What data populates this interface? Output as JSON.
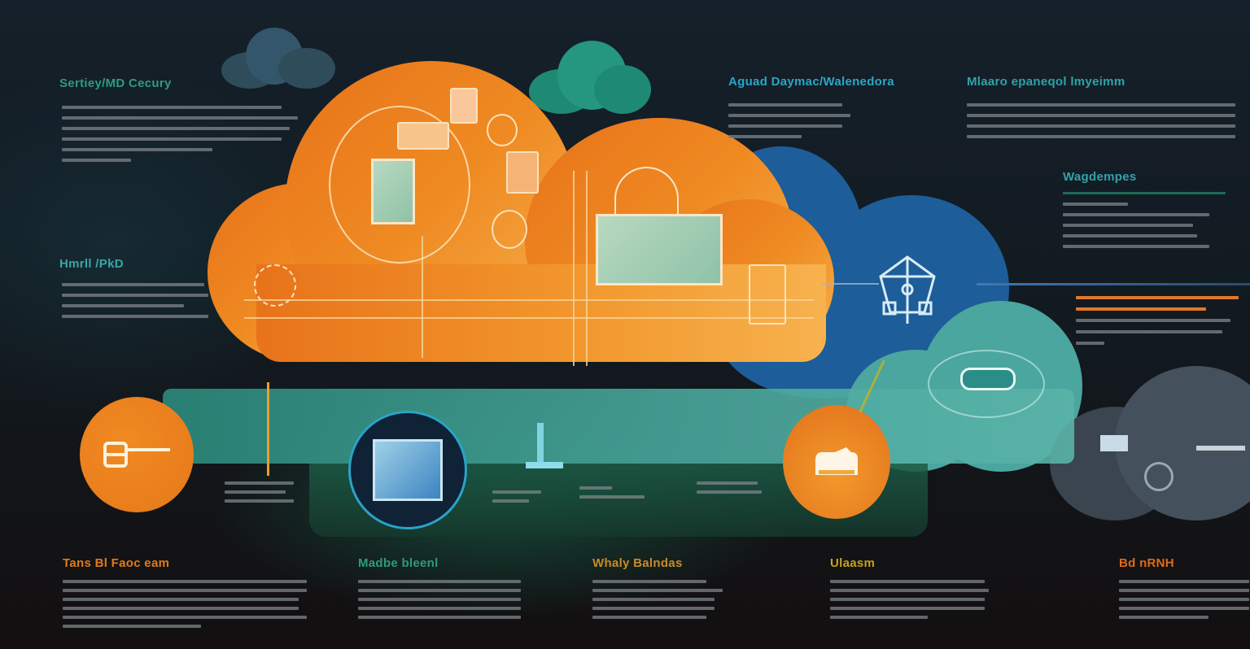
{
  "infographic": {
    "top_left": {
      "title": "Sertiey/MD Cecury",
      "title_color": "#2f9a83",
      "line_widths": [
        270,
        290,
        280,
        270,
        185,
        85
      ]
    },
    "mid_left": {
      "title": "Hmrll /PkD",
      "title_color": "#3aa6a8",
      "line_widths": [
        175,
        180,
        150,
        180
      ]
    },
    "top_center_right": {
      "title": "Aguad Daymac/Walenedora",
      "title_color": "#2aa6c6",
      "line_widths": [
        140,
        150,
        140,
        90
      ]
    },
    "top_right": {
      "title": "Mlaaro epaneqol lmyeimm",
      "title_color": "#2fa3a8",
      "line_widths": [
        330,
        330,
        330,
        330
      ]
    },
    "right_panel": {
      "title": "Wagdempes",
      "title_color": "#33a2aa",
      "line_widths": [
        80,
        180,
        160,
        165,
        180
      ]
    },
    "right_highlight": {
      "orange_line_widths": [
        200,
        160
      ],
      "line_widths": [
        190,
        180,
        35
      ],
      "accent_color": "#e2772a"
    },
    "bottom_columns": [
      {
        "title": "Tans Bl Faoc eam",
        "title_color": "#e07a1a",
        "line_widths": [
          300,
          300,
          290,
          290,
          300,
          170
        ]
      },
      {
        "title": "Madbe bleenl",
        "title_color": "#2f9a78",
        "line_widths": [
          200,
          200,
          200,
          200,
          200
        ]
      },
      {
        "title": "Whaly Balndas",
        "title_color": "#c88a2a",
        "line_widths": [
          140,
          160,
          150,
          150,
          140
        ]
      },
      {
        "title": "Ulaasm",
        "title_color": "#c6a21e",
        "line_widths": [
          190,
          195,
          190,
          190,
          120
        ]
      },
      {
        "title": "Bd nRNH",
        "title_color": "#e06a18",
        "line_widths": [
          160,
          160,
          160,
          160,
          110
        ]
      }
    ],
    "small_labels": [
      {
        "line_widths": [
          85,
          75,
          85
        ]
      },
      {
        "line_widths": [
          60,
          45
        ]
      },
      {
        "line_widths": [
          40,
          80
        ]
      },
      {
        "line_widths": [
          75,
          80
        ]
      }
    ],
    "icons": {
      "left_orange_node": "hand-pointer-icon",
      "dark_node": "monitor-icon",
      "right_orange_node": "cloud-icon",
      "network_node": "network-hub-icon",
      "teal_cloud_center": "toggle-icon"
    },
    "colors": {
      "background": "#111417",
      "orange": "#ec7d1e",
      "blue": "#1d5d99",
      "teal": "#4aa69e",
      "green_band": "#2f8c78",
      "gray_cloud": "#3b4550"
    }
  }
}
